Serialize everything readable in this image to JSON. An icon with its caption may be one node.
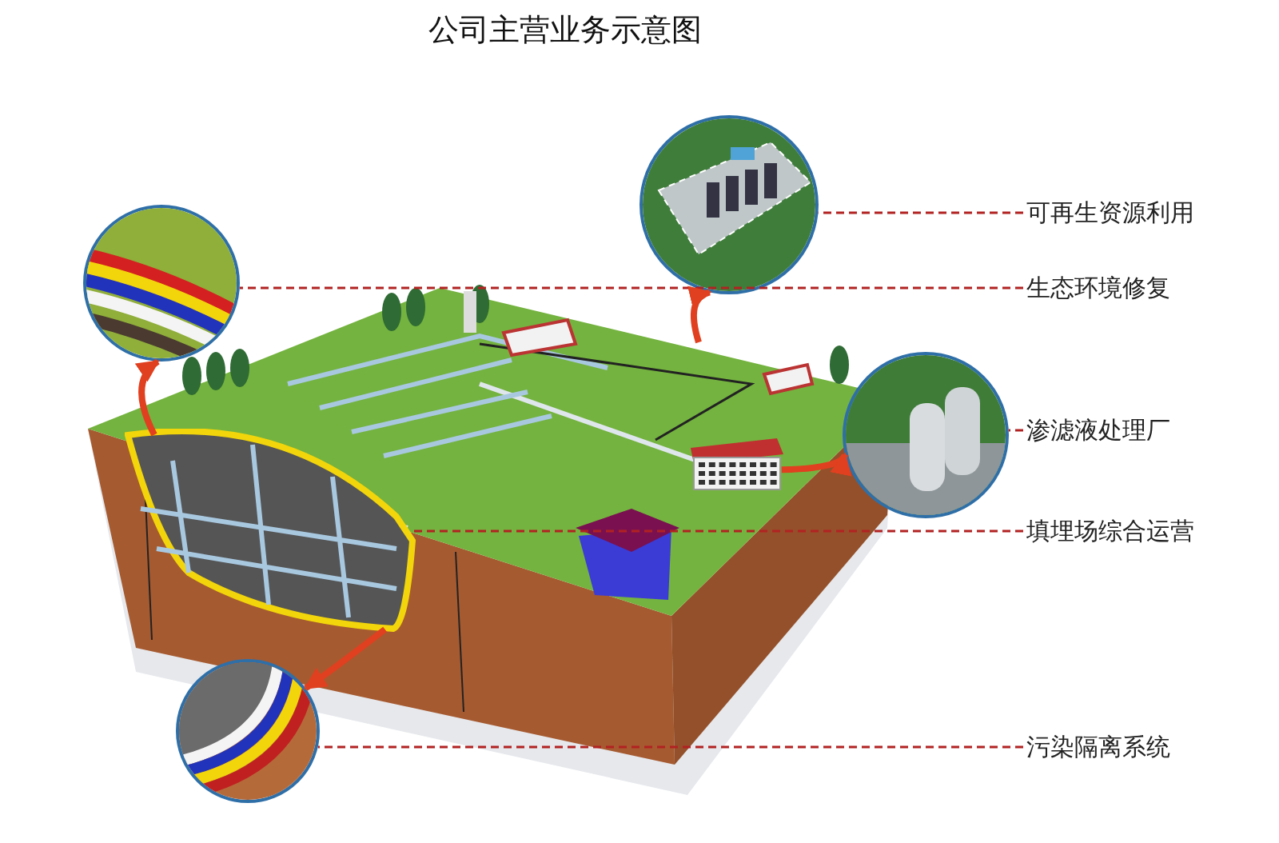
{
  "diagram": {
    "title": "公司主营业务示意图",
    "nodes": [
      {
        "text": [
          "可再生资源利用"
        ]
      },
      {
        "text": [
          "生态环境修复"
        ]
      },
      {
        "text": [
          "渗滤液处理厂"
        ]
      },
      {
        "text": [
          "填埋场综合运营"
        ]
      },
      {
        "text": [
          "污染隔离系统"
        ]
      },
      {
        "text": [],
        "shape": "picture"
      },
      {
        "text": [],
        "shape": "picture"
      },
      {
        "text": [],
        "shape": "picture"
      },
      {
        "text": [],
        "shape": "picture"
      },
      {
        "text": [],
        "shape": "picture"
      },
      {
        "text": [],
        "shape": "picture"
      }
    ],
    "edges": [
      {
        "from": 0,
        "to": 6,
        "arrow": "none",
        "style": "dashed"
      },
      {
        "from": 1,
        "to": 5,
        "arrow": "none",
        "style": "dashed"
      },
      {
        "from": 2,
        "to": 7,
        "arrow": "none",
        "style": "dashed"
      },
      {
        "from": 3,
        "to": 9,
        "arrow": "none",
        "style": "dashed"
      },
      {
        "from": 4,
        "to": 8,
        "arrow": "none",
        "style": "dashed"
      },
      {
        "from": 9,
        "to": 5,
        "arrow": "to",
        "style": "thick",
        "color": "#e0401f"
      },
      {
        "from": null,
        "to": 6,
        "arrow": "to",
        "style": "thick",
        "color": "#e0401f"
      },
      {
        "from": 10,
        "to": 7,
        "arrow": "to",
        "style": "thick",
        "color": "#e0401f"
      },
      {
        "from": 9,
        "to": 8,
        "arrow": "to",
        "style": "thick",
        "color": "#e0401f"
      }
    ]
  }
}
